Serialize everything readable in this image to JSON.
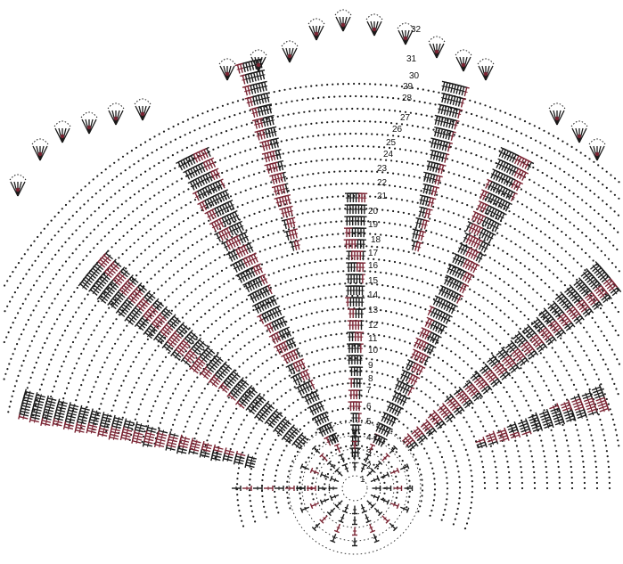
{
  "diagram": {
    "row_numbers": [
      "1",
      "2",
      "3",
      "4",
      "5",
      "6",
      "7",
      "8",
      "9",
      "10",
      "11",
      "12",
      "13",
      "14",
      "15",
      "16",
      "17",
      "18",
      "19",
      "20",
      "21",
      "22",
      "23",
      "24",
      "25",
      "26",
      "27",
      "28",
      "29",
      "30",
      "31",
      "32"
    ],
    "colors": {
      "black": "#1a1a1a",
      "accent": "#7a2433",
      "paper": "#ffffff"
    },
    "symbols": [
      "chain-stitch",
      "double-crochet",
      "treble-crochet",
      "picot-cluster"
    ]
  }
}
